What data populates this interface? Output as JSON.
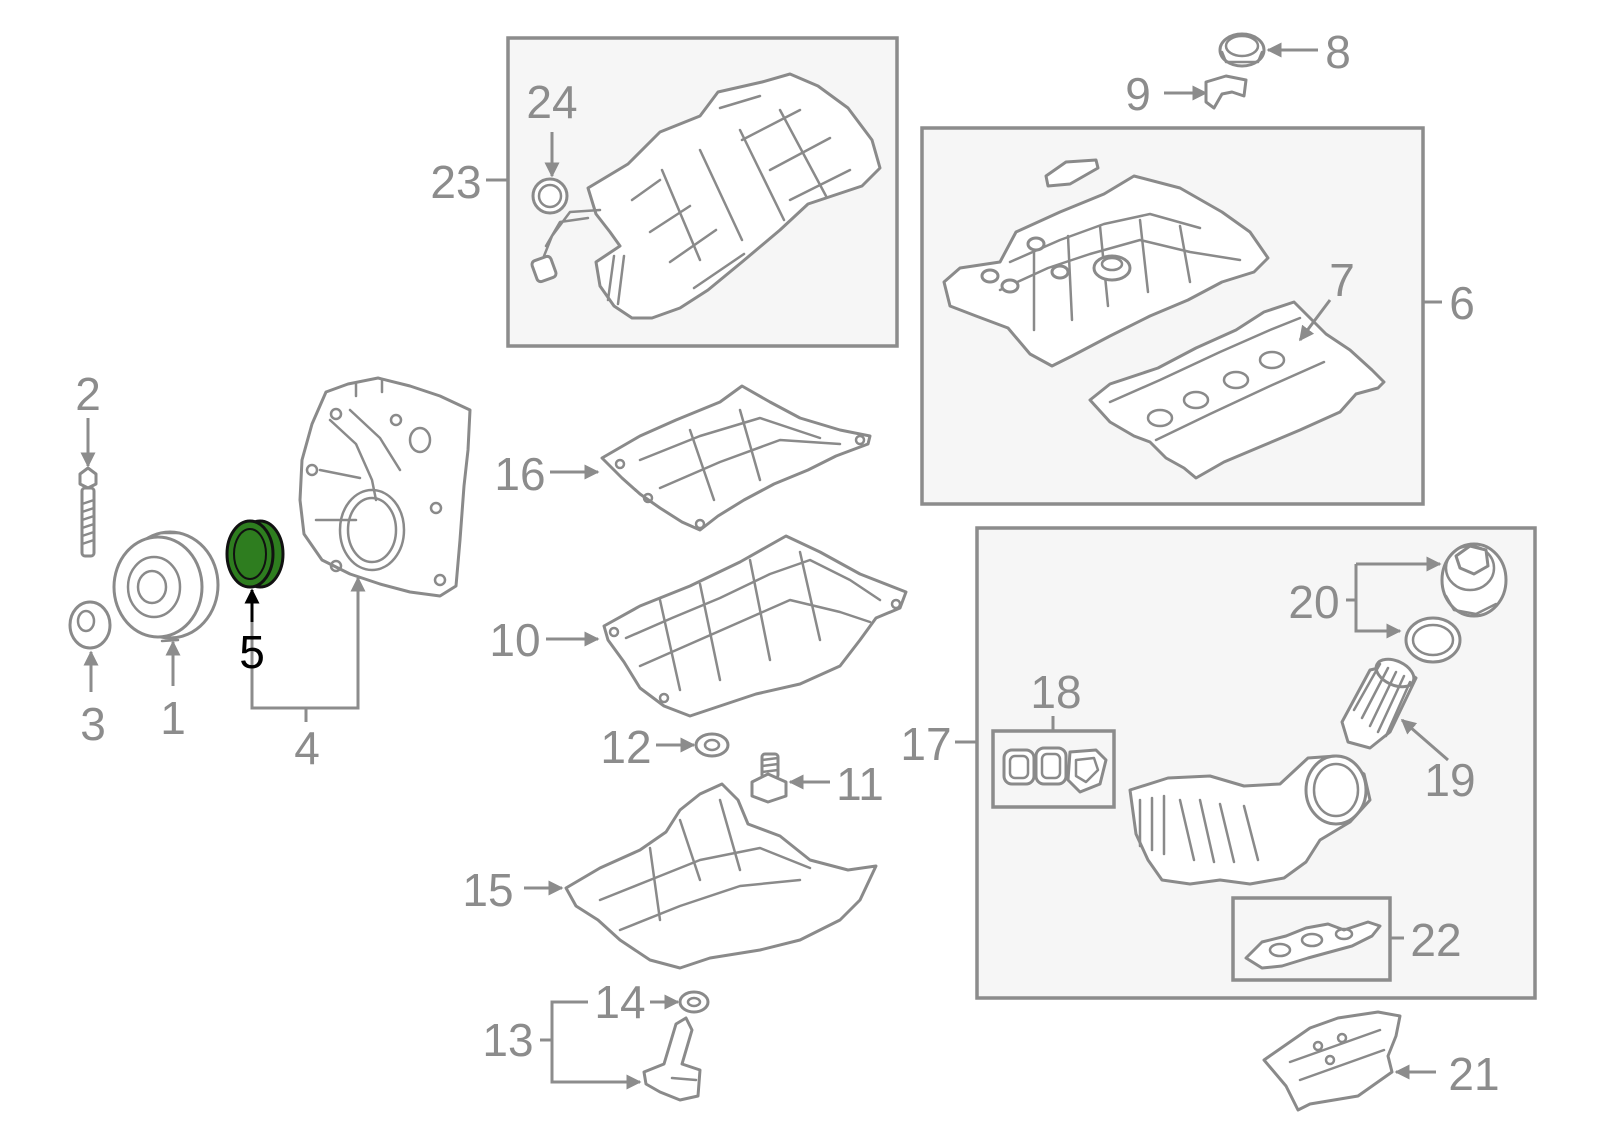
{
  "diagram": {
    "highlight_color": "#2e7d1f",
    "line_color": "#8c8c8c",
    "active_color": "#000000",
    "selected_callout": "5",
    "callouts": {
      "c1": "1",
      "c2": "2",
      "c3": "3",
      "c4": "4",
      "c5": "5",
      "c6": "6",
      "c7": "7",
      "c8": "8",
      "c9": "9",
      "c10": "10",
      "c11": "11",
      "c12": "12",
      "c13": "13",
      "c14": "14",
      "c15": "15",
      "c16": "16",
      "c17": "17",
      "c18": "18",
      "c19": "19",
      "c20": "20",
      "c21": "21",
      "c22": "22",
      "c23": "23",
      "c24": "24"
    }
  }
}
